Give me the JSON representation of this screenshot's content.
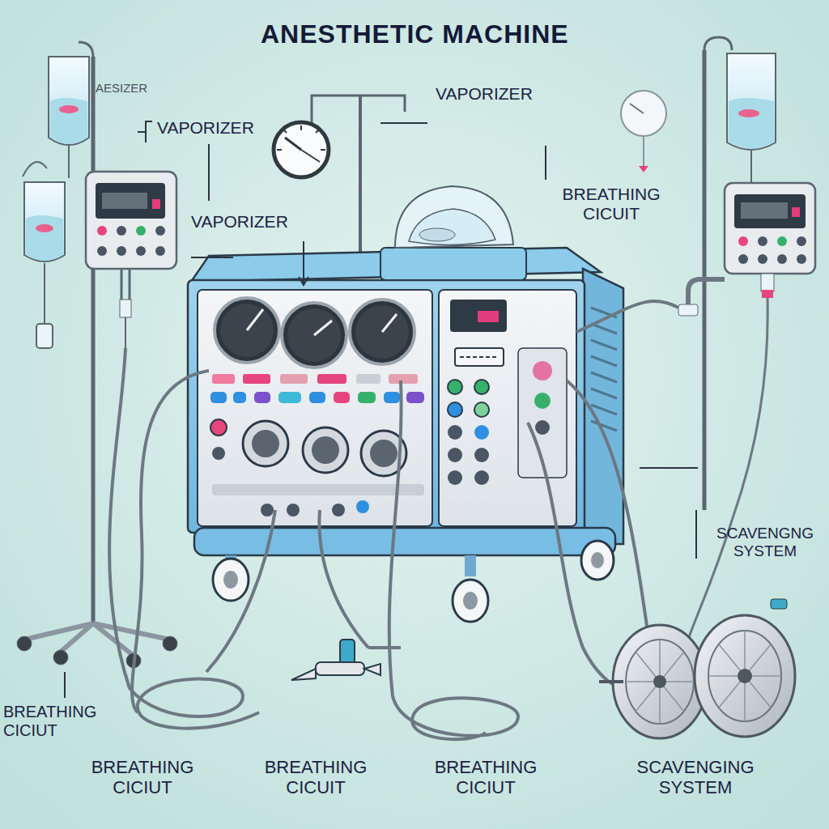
{
  "diagram": {
    "title": "ANESTHETIC MACHINE",
    "labels": [
      "AESIZER",
      "VAPORIZER",
      "VAPORIZER",
      "VAPORIZER",
      "BREATHING CICUIT",
      "SCAVENGNG SYSTEM",
      "BREATHING CICIUT",
      "BREATHING CICIUT",
      "BREATHING CICUIT",
      "BREATHING CICIUT",
      "SCAVENGING SYSTEM"
    ]
  }
}
